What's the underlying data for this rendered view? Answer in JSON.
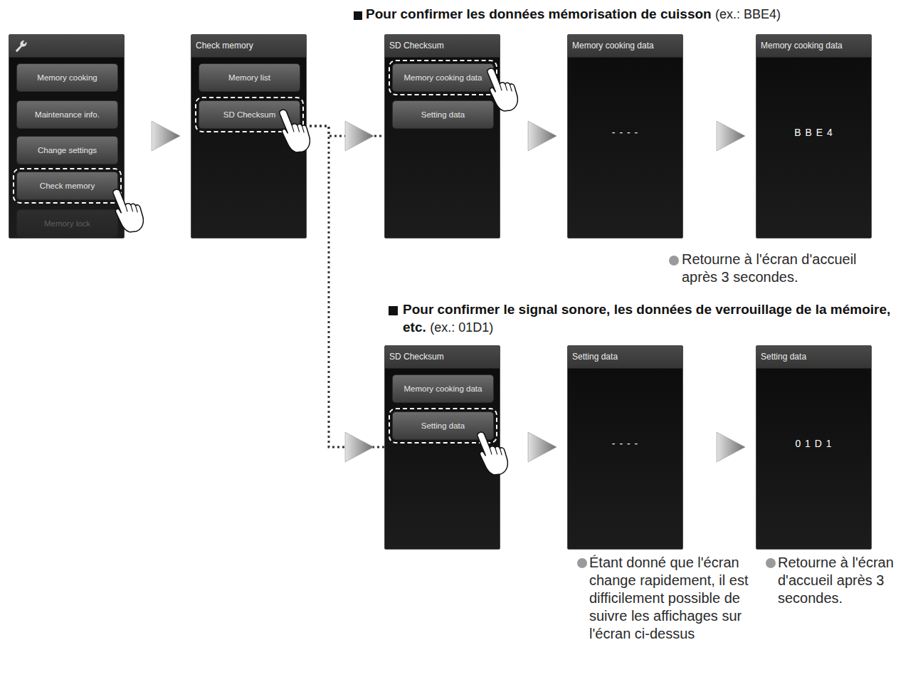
{
  "diagram": {
    "nodes": [
      {
        "text": []
      },
      {
        "text": [
          "Memory cooking"
        ],
        "in": 0
      },
      {
        "text": [
          "Maintenance info."
        ],
        "in": 0
      },
      {
        "text": [
          "Change settings"
        ],
        "in": 0
      },
      {
        "text": [
          "Check memory"
        ],
        "in": 0
      },
      {
        "text": [
          "Memory lock"
        ],
        "in": 0
      },
      {
        "text": [
          "Check memory"
        ]
      },
      {
        "text": [
          "Memory list"
        ],
        "in": 6
      },
      {
        "text": [
          "SD Checksum"
        ],
        "in": 6
      },
      {
        "text": [
          "SD Checksum"
        ]
      },
      {
        "text": [
          "Memory cooking data"
        ],
        "in": 9
      },
      {
        "text": [
          "Setting data"
        ],
        "in": 9
      },
      {
        "text": [
          "Memory cooking data",
          "- - - -"
        ]
      },
      {
        "text": [
          "Memory cooking data",
          "B B E 4"
        ]
      },
      {
        "text": [
          "SD Checksum"
        ]
      },
      {
        "text": [
          "Memory cooking data"
        ],
        "in": 14
      },
      {
        "text": [
          "Setting data"
        ],
        "in": 14
      },
      {
        "text": [
          "Setting data",
          "- - - -"
        ]
      },
      {
        "text": [
          "Setting data",
          "0 1 D 1"
        ]
      }
    ],
    "edges": [
      {
        "from": 0,
        "to": 6,
        "arrow": "to"
      },
      {
        "from": 8,
        "to": 9,
        "arrow": "to"
      },
      {
        "from": 8,
        "to": 14,
        "arrow": "to"
      },
      {
        "from": 9,
        "to": 12,
        "arrow": "to"
      },
      {
        "from": 12,
        "to": 13,
        "arrow": "to"
      },
      {
        "from": 14,
        "to": 17,
        "arrow": "to"
      },
      {
        "from": 17,
        "to": 18,
        "arrow": "to"
      }
    ],
    "labels": [
      "Pour confirmer les données mémorisation de cuisson",
      "(ex.: BBE4)",
      "Retourne à l'écran d'accueil après 3 secondes.",
      "Pour confirmer le signal sonore, les données de verrouillage de la mémoire, etc.",
      "(ex.: 01D1)",
      "Étant donné que l'écran change rapidement, il est difficilement possible de suivre les affichages sur l'écran ci-dessus",
      "Retourne à l'écran d'accueil après 3 secondes."
    ]
  }
}
